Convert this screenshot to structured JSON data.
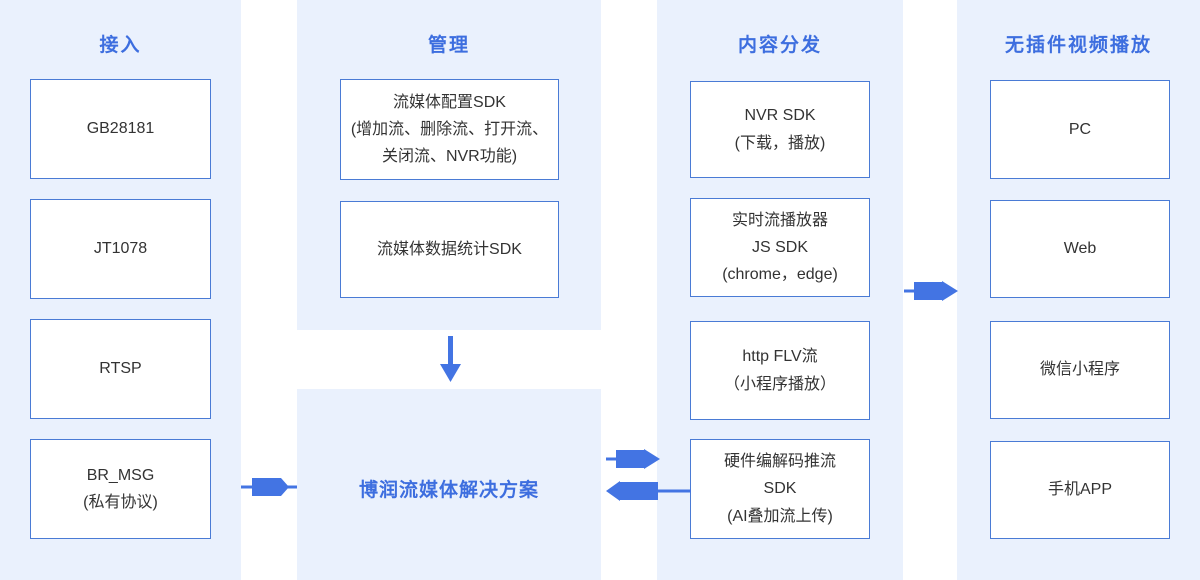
{
  "diagram": {
    "columns": [
      {
        "title": "接入",
        "boxes": [
          {
            "lines": [
              "GB28181"
            ]
          },
          {
            "lines": [
              "JT1078"
            ]
          },
          {
            "lines": [
              "RTSP"
            ]
          },
          {
            "lines": [
              "BR_MSG",
              "(私有协议)"
            ]
          }
        ]
      },
      {
        "title": "管理",
        "boxes": [
          {
            "lines": [
              "流媒体配置SDK",
              "(增加流、删除流、打开流、",
              "关闭流、NVR功能)"
            ]
          },
          {
            "lines": [
              "流媒体数据统计SDK"
            ]
          }
        ],
        "solution_label": "博润流媒体解决方案"
      },
      {
        "title": "内容分发",
        "boxes": [
          {
            "lines": [
              "NVR SDK",
              "(下载，播放)"
            ]
          },
          {
            "lines": [
              "实时流播放器",
              "JS SDK",
              "(chrome，edge)"
            ]
          },
          {
            "lines": [
              "http FLV流",
              "（小程序播放）"
            ]
          },
          {
            "lines": [
              "硬件编解码推流",
              "SDK",
              "(AI叠加流上传)"
            ]
          }
        ]
      },
      {
        "title": "无插件视频播放",
        "boxes": [
          {
            "lines": [
              "PC"
            ]
          },
          {
            "lines": [
              "Web"
            ]
          },
          {
            "lines": [
              "微信小程序"
            ]
          },
          {
            "lines": [
              "手机APP"
            ]
          }
        ]
      }
    ],
    "arrows": [
      {
        "name": "access-to-solution",
        "direction": "right"
      },
      {
        "name": "management-to-solution",
        "direction": "down"
      },
      {
        "name": "solution-to-distribution",
        "direction": "right"
      },
      {
        "name": "distribution-to-solution",
        "direction": "left"
      },
      {
        "name": "distribution-to-playback",
        "direction": "right"
      }
    ],
    "colors": {
      "panel_bg": "#EAF1FD",
      "box_border": "#4A7BD5",
      "box_bg": "#FFFFFF",
      "title_text": "#3D6EDF",
      "box_text": "#333333",
      "arrow": "#4374E3"
    }
  }
}
